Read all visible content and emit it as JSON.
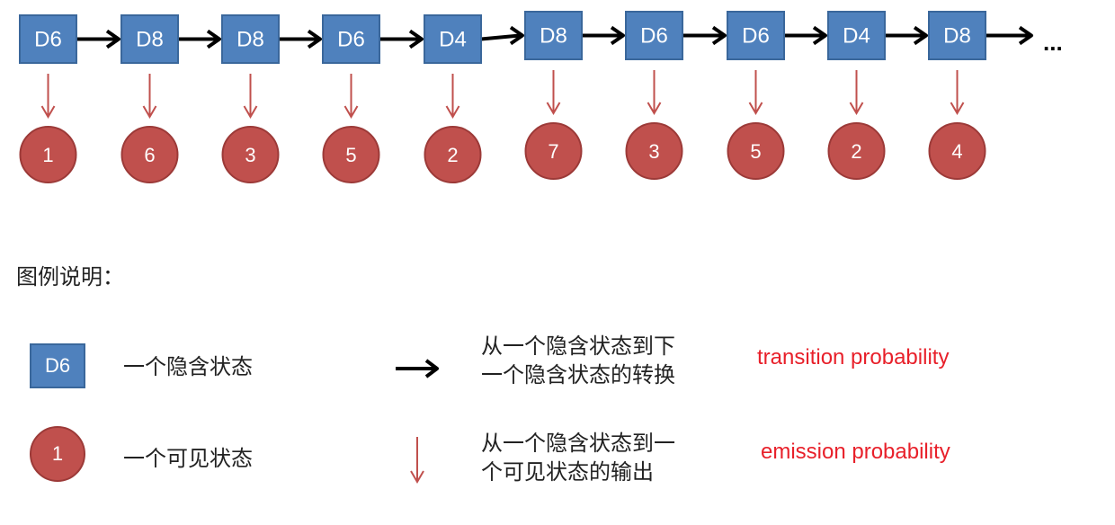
{
  "diagram": {
    "hidden_states": [
      "D6",
      "D8",
      "D8",
      "D6",
      "D4",
      "D8",
      "D6",
      "D6",
      "D4",
      "D8"
    ],
    "observations": [
      "1",
      "6",
      "3",
      "5",
      "2",
      "7",
      "3",
      "5",
      "2",
      "4"
    ],
    "continuation": "...",
    "colors": {
      "hidden_fill": "#4f81bd",
      "hidden_border": "#3a679b",
      "obs_fill": "#c0504d",
      "obs_border": "#9c3a38",
      "transition_arrow": "#000000",
      "emission_arrow": "#c0504d",
      "annotation_text": "#e8202a"
    }
  },
  "legend": {
    "title": "图例说明：",
    "hidden_state": {
      "sample": "D6",
      "description": "一个隐含状态"
    },
    "visible_state": {
      "sample": "1",
      "description": "一个可见状态"
    },
    "transition": {
      "description_line1": "从一个隐含状态到下",
      "description_line2": "一个隐含状态的转换",
      "english": "transition probability"
    },
    "emission": {
      "description_line1": "从一个隐含状态到一",
      "description_line2": "个可见状态的输出",
      "english": "emission probability"
    }
  }
}
